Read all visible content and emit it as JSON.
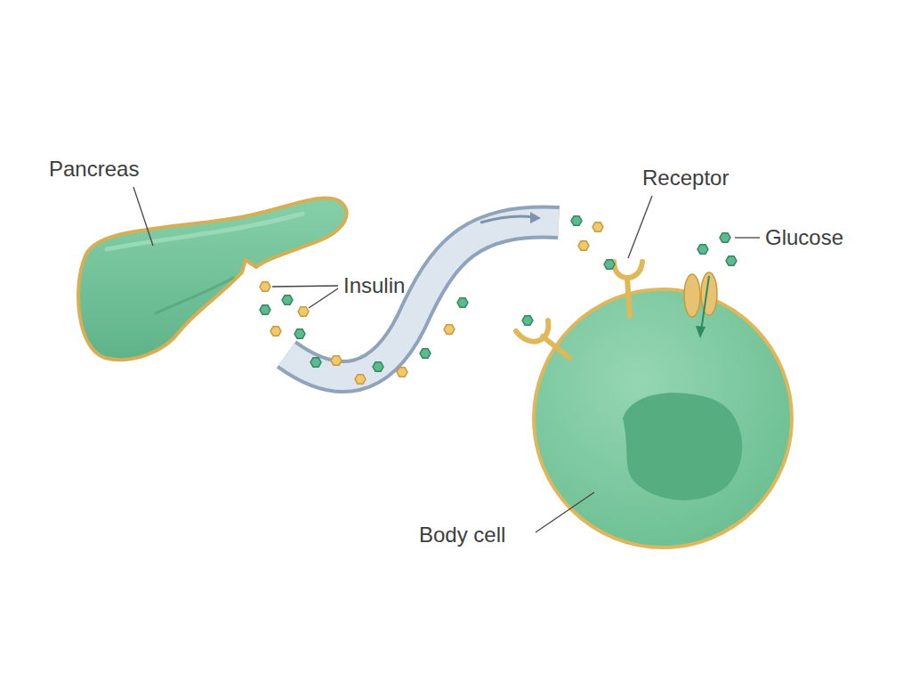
{
  "diagram": {
    "labels": [
      "Pancreas",
      "Insulin",
      "Receptor",
      "Glucose",
      "Body cell"
    ]
  }
}
